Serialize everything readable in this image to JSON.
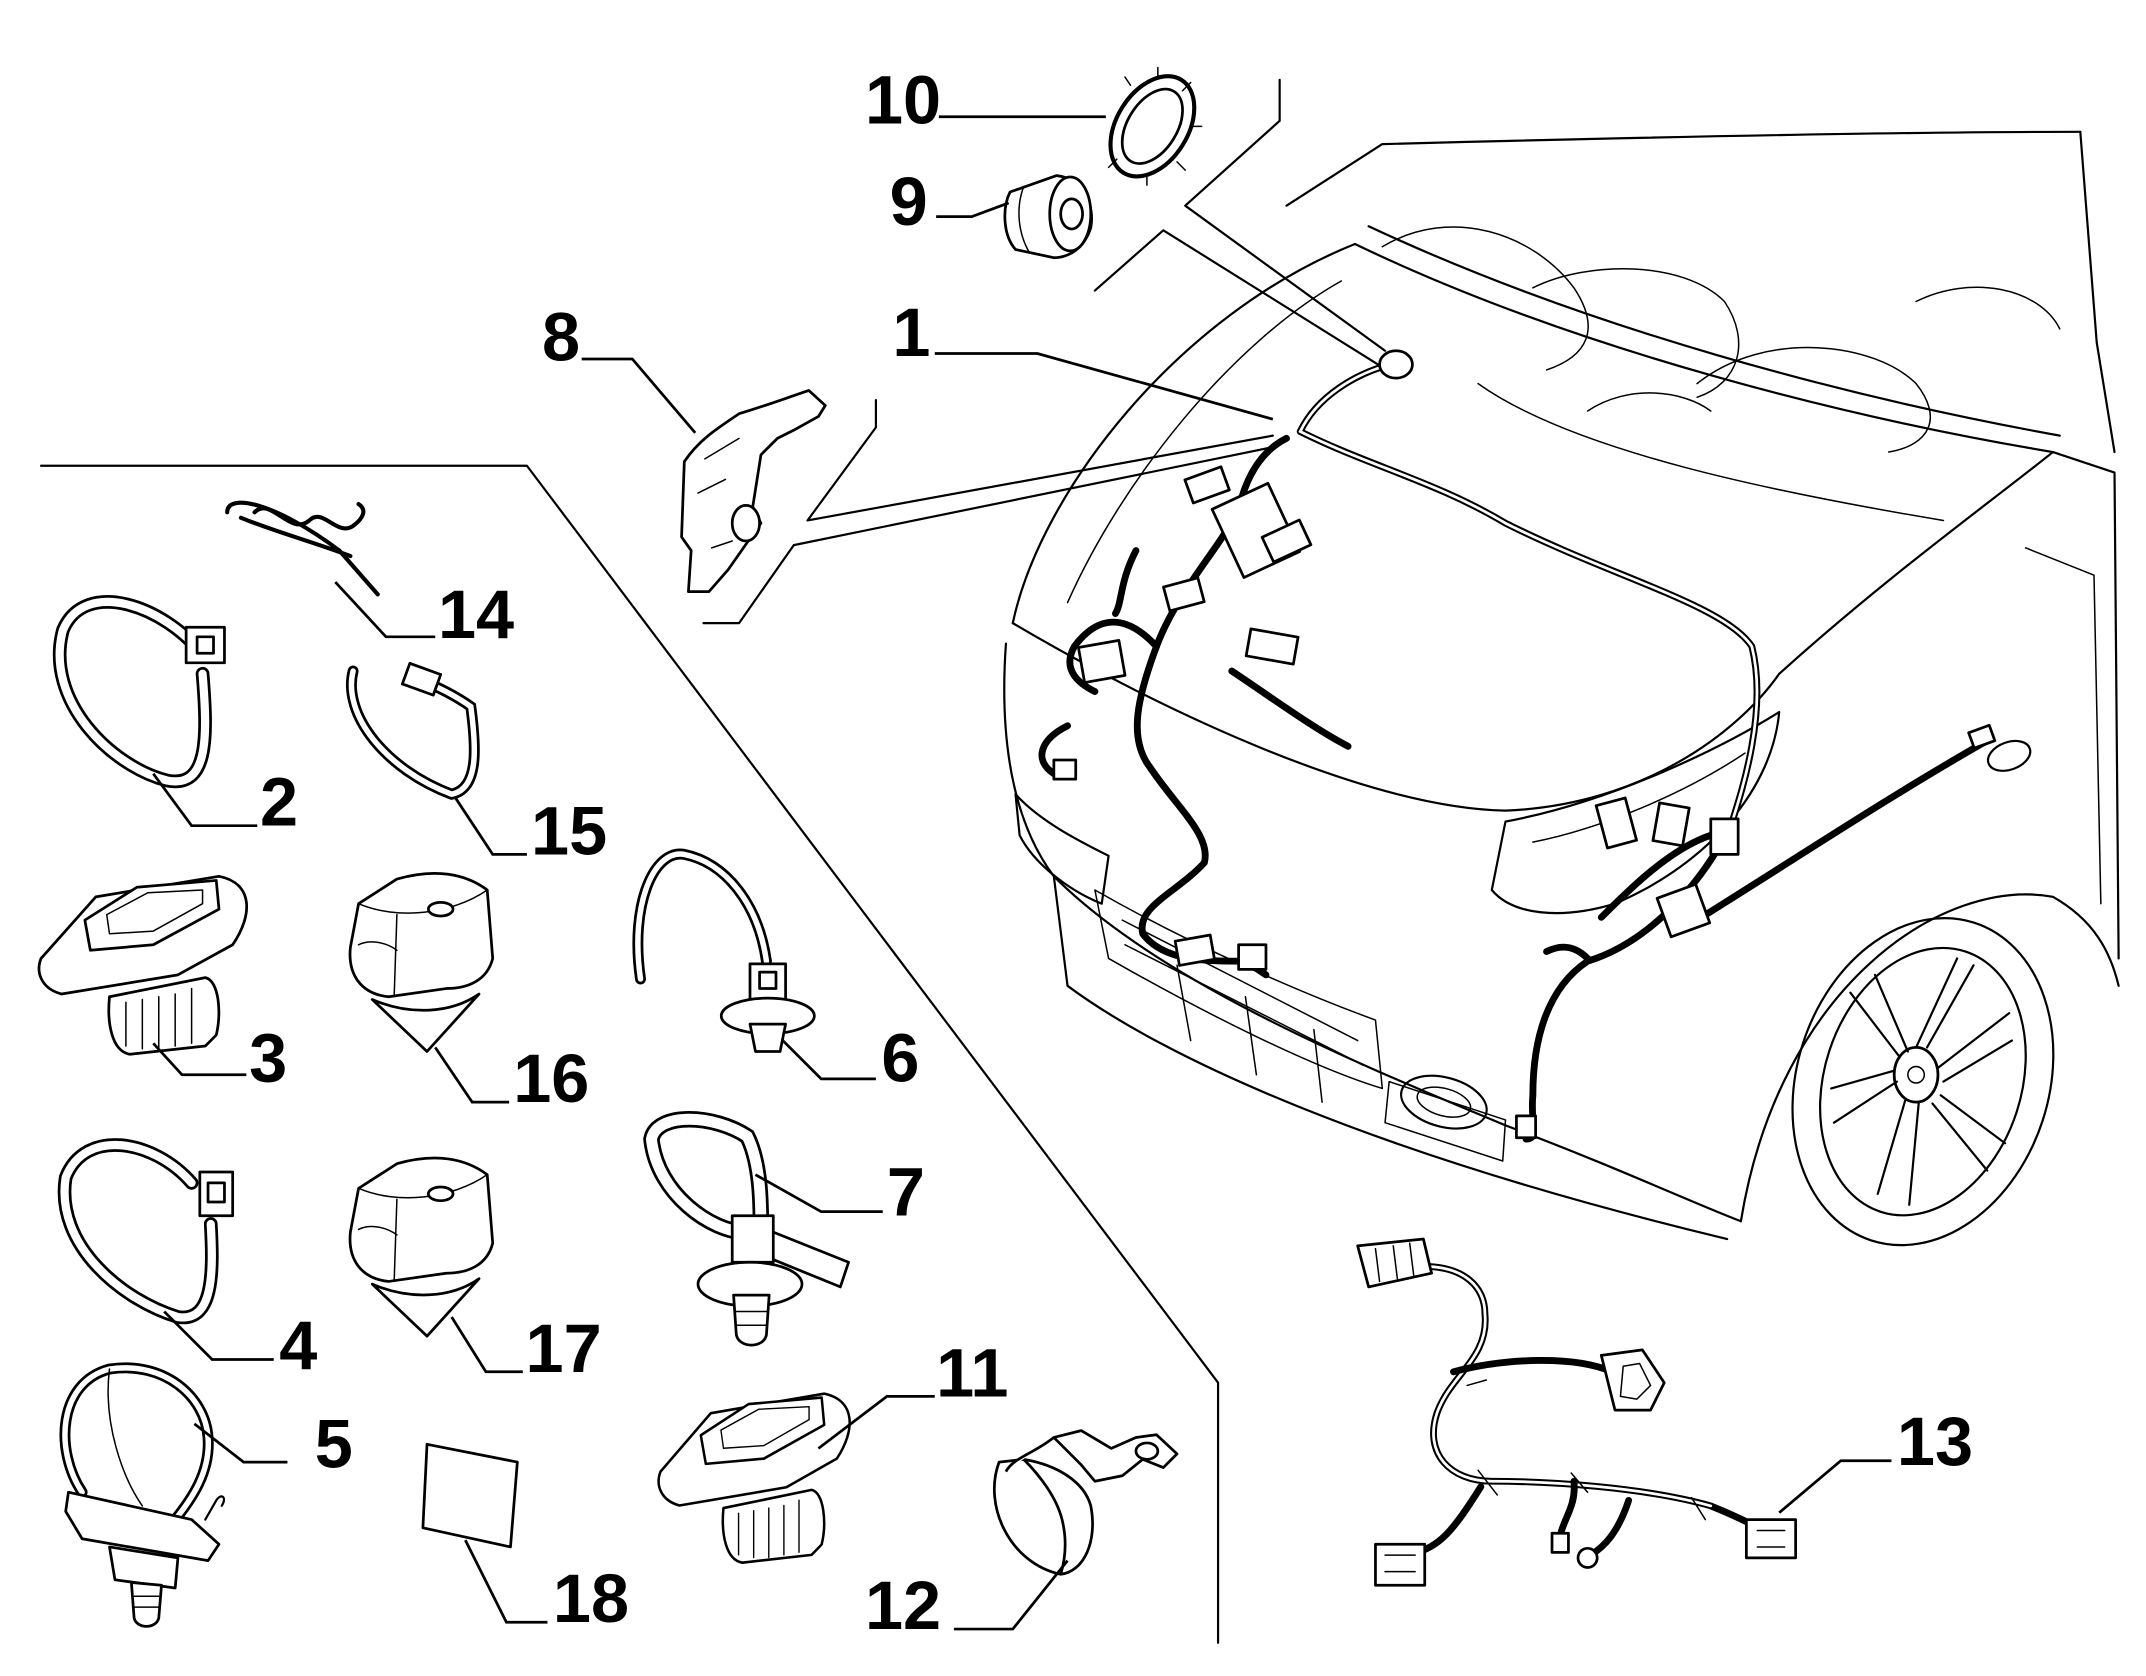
{
  "callouts": {
    "1": "1",
    "2": "2",
    "3": "3",
    "4": "4",
    "5": "5",
    "6": "6",
    "7": "7",
    "8": "8",
    "9": "9",
    "10": "10",
    "11": "11",
    "12": "12",
    "13": "13",
    "14": "14",
    "15": "15",
    "16": "16",
    "17": "17",
    "18": "18"
  },
  "colors": {
    "ink": "#000000",
    "background": "#ffffff"
  }
}
